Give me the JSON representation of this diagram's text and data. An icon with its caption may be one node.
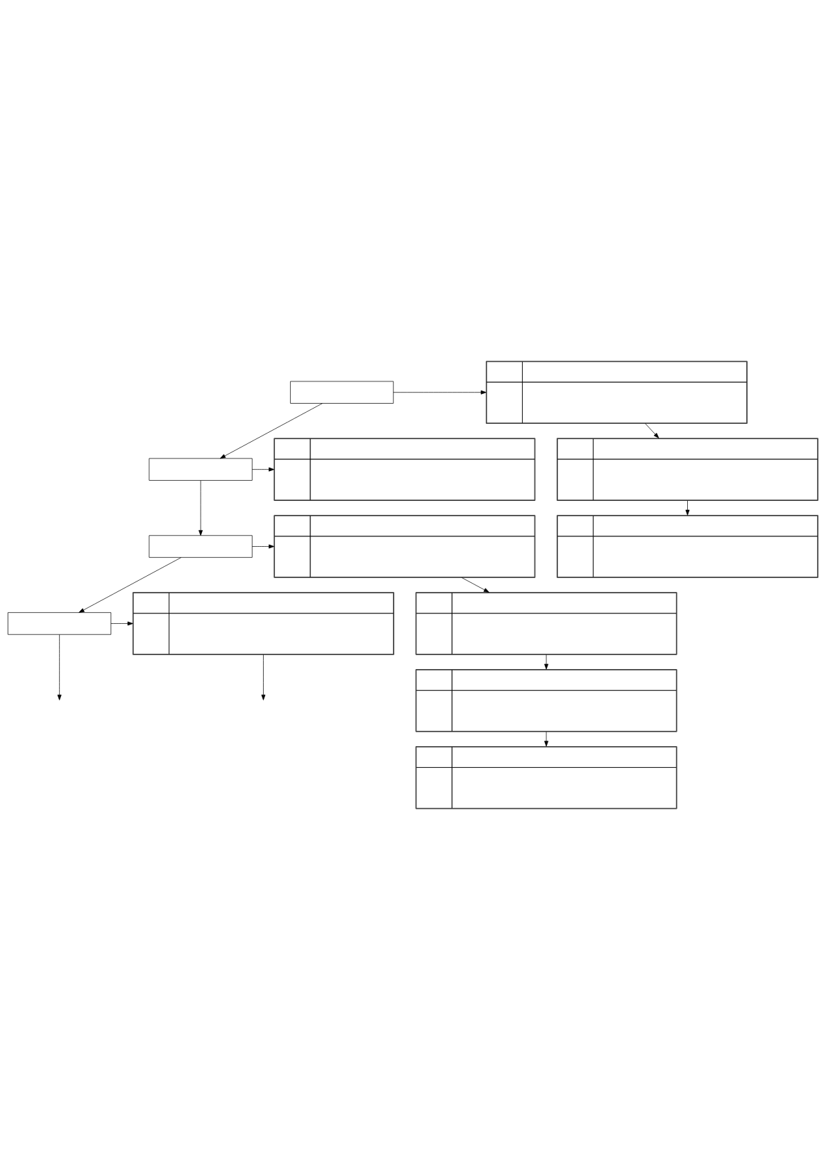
{
  "diagram": {
    "nodes": [
      {
        "text": [],
        "shape": "box"
      },
      {
        "text": [],
        "shape": "table"
      },
      {
        "text": [],
        "shape": "table"
      },
      {
        "text": [],
        "shape": "table"
      },
      {
        "text": [],
        "shape": "box"
      },
      {
        "text": [],
        "shape": "table"
      },
      {
        "text": [],
        "shape": "box"
      },
      {
        "text": [],
        "shape": "table"
      },
      {
        "text": [],
        "shape": "table"
      },
      {
        "text": [],
        "shape": "table"
      },
      {
        "text": [],
        "shape": "table"
      },
      {
        "text": [],
        "shape": "box"
      },
      {
        "text": [],
        "shape": "table"
      }
    ],
    "edges": [
      {
        "from": 0,
        "to": 1,
        "arrow": "to"
      },
      {
        "from": 1,
        "to": 2,
        "arrow": "to"
      },
      {
        "from": 2,
        "to": 3,
        "arrow": "to"
      },
      {
        "from": 0,
        "to": 4,
        "arrow": "to"
      },
      {
        "from": 4,
        "to": 5,
        "arrow": "to"
      },
      {
        "from": 4,
        "to": 6,
        "arrow": "to"
      },
      {
        "from": 6,
        "to": 7,
        "arrow": "to"
      },
      {
        "from": 7,
        "to": 8,
        "arrow": "to"
      },
      {
        "from": 8,
        "to": 9,
        "arrow": "to"
      },
      {
        "from": 9,
        "to": 10,
        "arrow": "to"
      },
      {
        "from": 6,
        "to": 11,
        "arrow": "to"
      },
      {
        "from": 11,
        "to": 12,
        "arrow": "to"
      },
      {
        "from": 11,
        "to": null,
        "arrow": "to"
      },
      {
        "from": 12,
        "to": null,
        "arrow": "to"
      }
    ]
  }
}
